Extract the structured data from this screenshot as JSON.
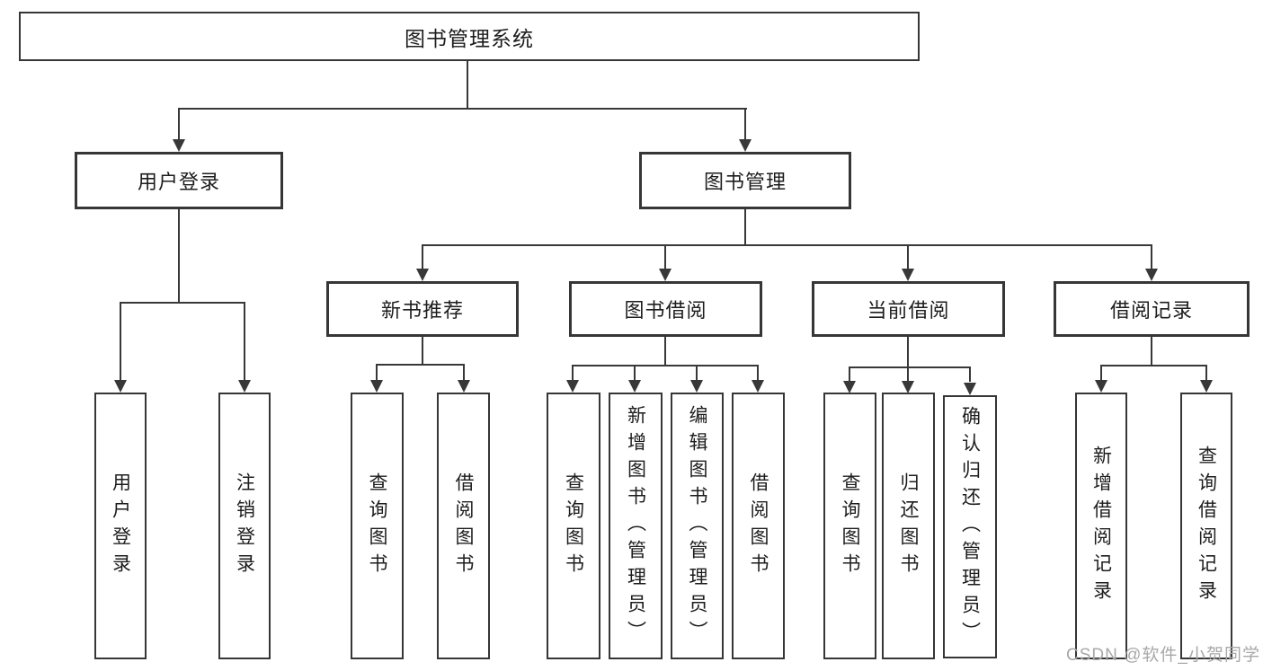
{
  "diagram": {
    "root": "图书管理系统",
    "branches": [
      {
        "label": "用户登录",
        "leaves": [
          "用户登录",
          "注销登录"
        ]
      },
      {
        "label": "图书管理",
        "groups": [
          {
            "label": "新书推荐",
            "leaves": [
              "查询图书",
              "借阅图书"
            ]
          },
          {
            "label": "图书借阅",
            "leaves": [
              "查询图书",
              "新增图书（管理员）",
              "编辑图书（管理员）",
              "借阅图书"
            ]
          },
          {
            "label": "当前借阅",
            "leaves": [
              "查询图书",
              "归还图书",
              "确认归还（管理员）"
            ]
          },
          {
            "label": "借阅记录",
            "leaves": [
              "新增借阅记录",
              "查询借阅记录"
            ]
          }
        ]
      }
    ]
  },
  "watermark": {
    "text": "CSDN @软件_小贺同学"
  },
  "colors": {
    "background": "#ffffff",
    "line": "#383838",
    "box_border": "#363636",
    "text": "#1d1d1d",
    "watermark": "#a8a8a8"
  }
}
